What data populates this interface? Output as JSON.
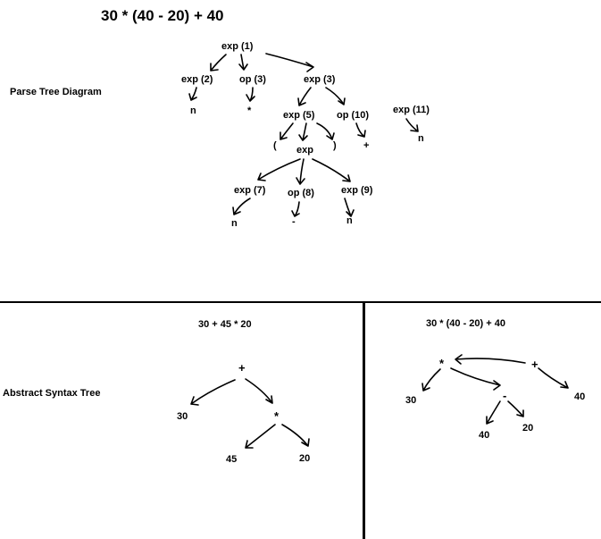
{
  "parse_tree": {
    "expression": "30 * (40 - 20) + 40",
    "section_label": "Parse Tree Diagram",
    "nodes": {
      "exp1": "exp (1)",
      "exp2": "exp (2)",
      "op3": "op (3)",
      "exp3": "exp (3)",
      "n_exp2": "n",
      "star_op3": "*",
      "exp5": "exp (5)",
      "op10": "op (10)",
      "exp11": "exp (11)",
      "lparen": "(",
      "exp_inner": "exp",
      "rparen": ")",
      "plus_op10": "+",
      "n_exp11": "n",
      "exp7": "exp (7)",
      "op8": "op (8)",
      "exp9": "exp (9)",
      "n_exp7": "n",
      "minus_op8": "-",
      "n_exp9": "n"
    }
  },
  "ast": {
    "section_label": "Abstract Syntax Tree",
    "left": {
      "expression": "30 + 45 * 20",
      "nodes": {
        "plus": "+",
        "n30": "30",
        "star": "*",
        "n45": "45",
        "n20": "20"
      }
    },
    "right": {
      "expression": "30 * (40 - 20) + 40",
      "nodes": {
        "star": "*",
        "plus": "+",
        "n30": "30",
        "n40_top": "40",
        "minus": "-",
        "n40": "40",
        "n20": "20"
      }
    }
  }
}
